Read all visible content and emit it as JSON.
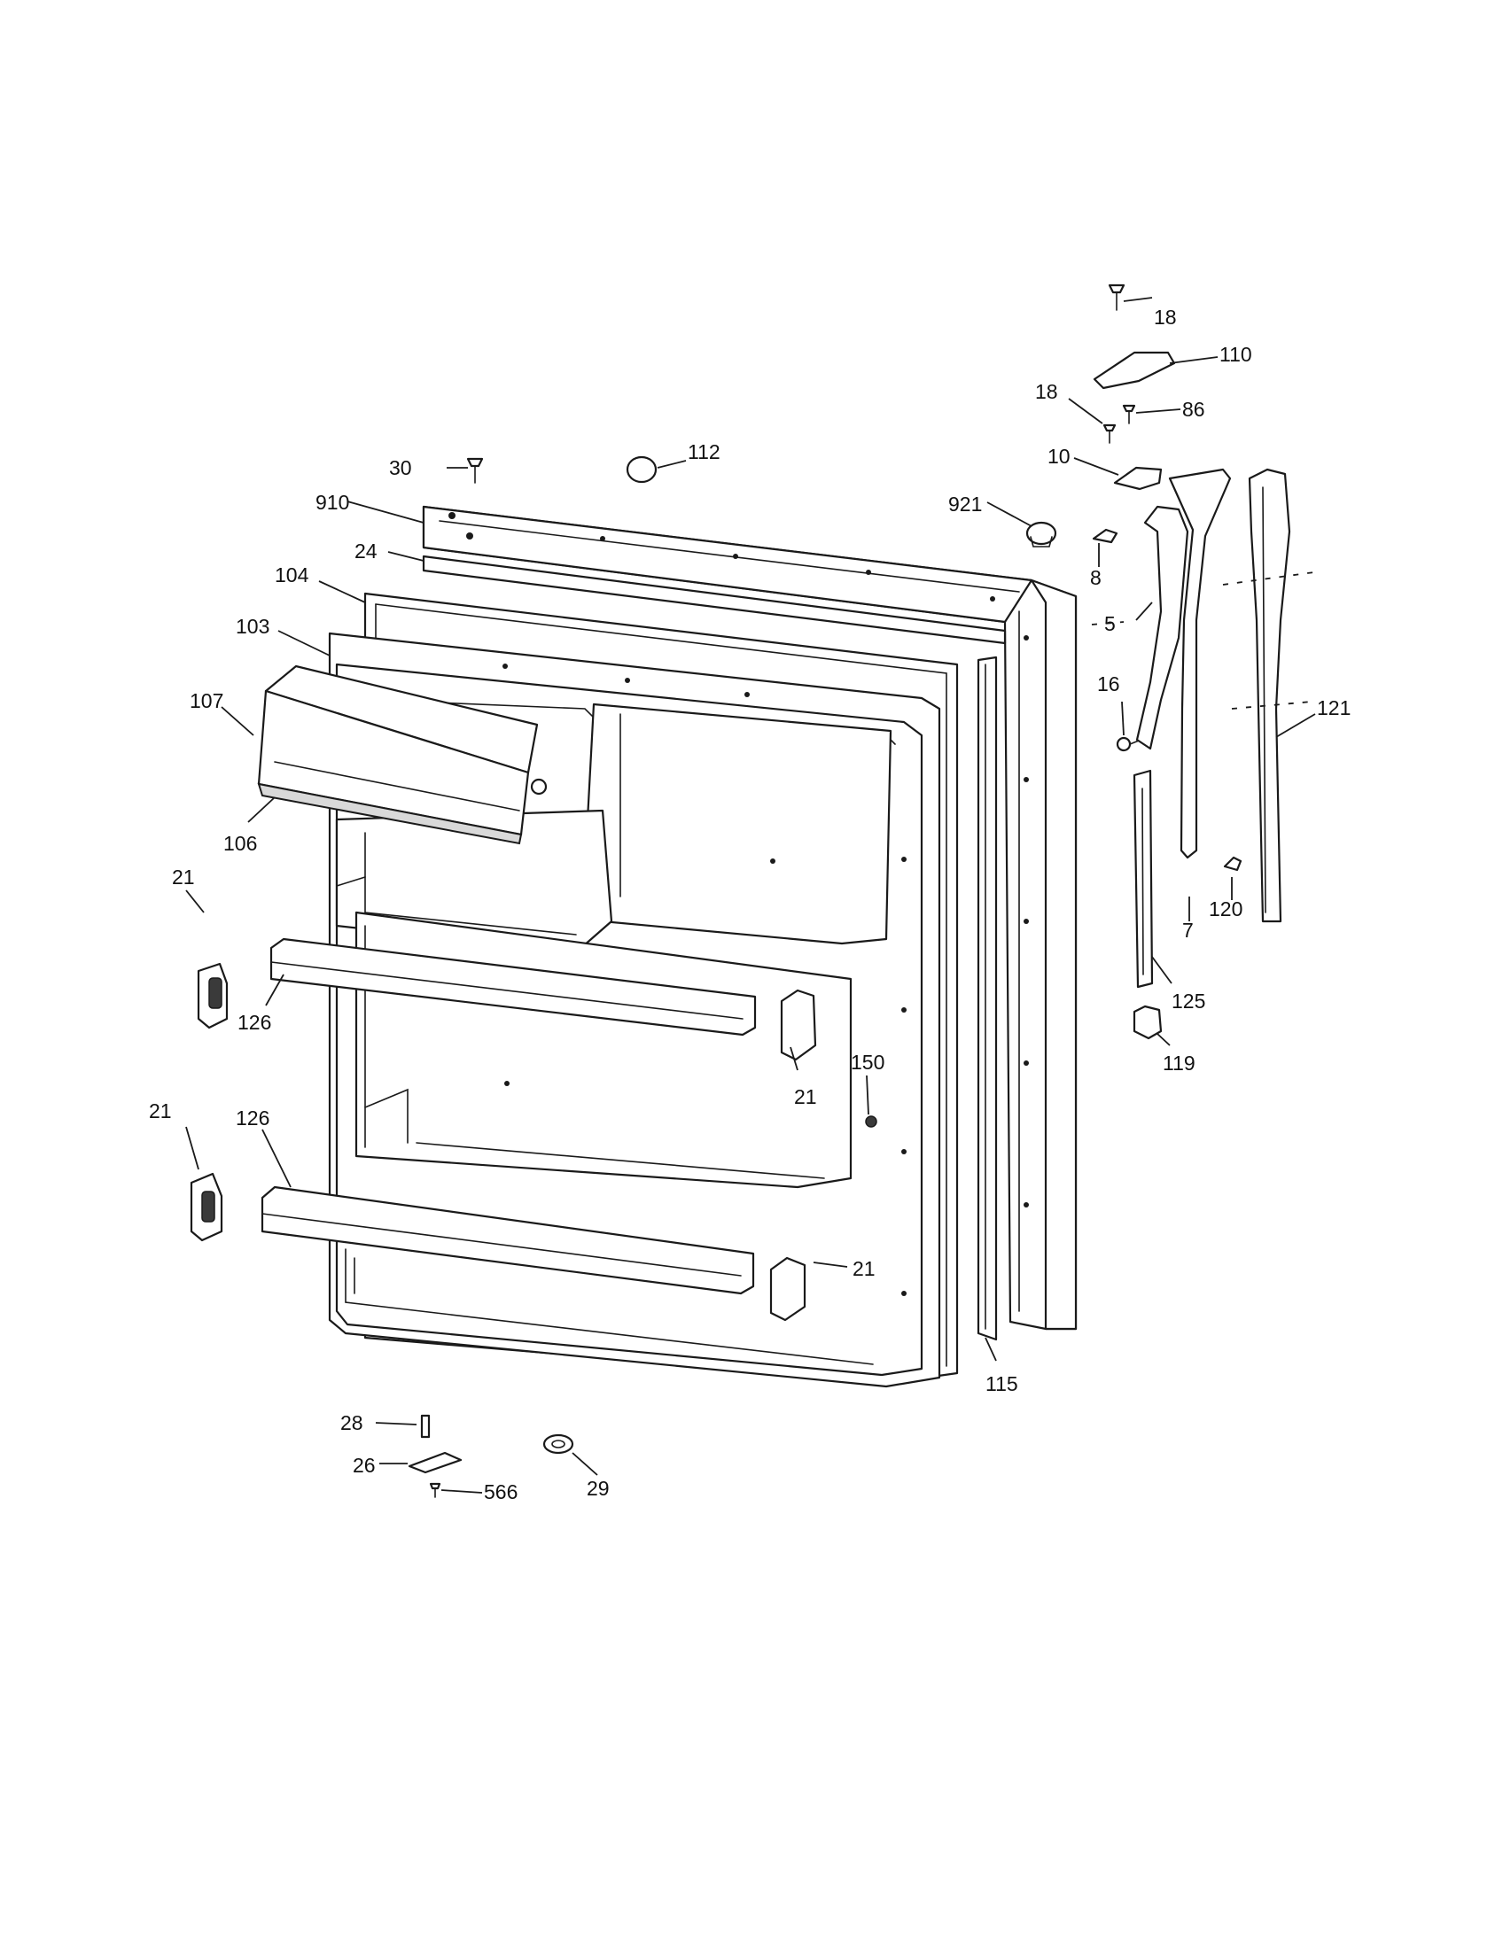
{
  "callouts": {
    "c18a": "18",
    "c110": "110",
    "c18b": "18",
    "c86": "86",
    "c30": "30",
    "c112": "112",
    "c10": "10",
    "c910": "910",
    "c921": "921",
    "c24": "24",
    "c8": "8",
    "c104": "104",
    "c5": "5",
    "c103": "103",
    "c16": "16",
    "c107": "107",
    "c121": "121",
    "c106": "106",
    "c120": "120",
    "c7": "7",
    "c21a": "21",
    "c126a": "126",
    "c125": "125",
    "c119": "119",
    "c150": "150",
    "c21b": "21",
    "c21c": "21",
    "c126b": "126",
    "c21d": "21",
    "c115": "115",
    "c28": "28",
    "c26": "26",
    "c566": "566",
    "c29": "29"
  }
}
